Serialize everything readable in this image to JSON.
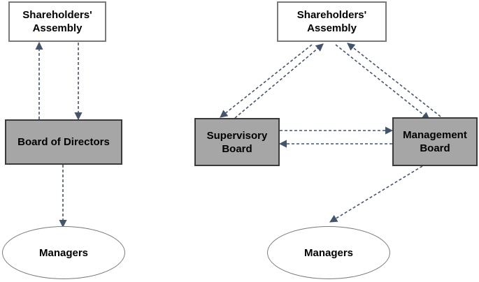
{
  "left_structure": {
    "shareholders": "Shareholders'\nAssembly",
    "board": "Board of Directors",
    "managers": "Managers"
  },
  "right_structure": {
    "shareholders": "Shareholders'\nAssembly",
    "supervisory_board": "Supervisory\nBoard",
    "management_board": "Management\nBoard",
    "managers": "Managers"
  },
  "colors": {
    "arrow": "#44546a",
    "grey_box_fill": "#a6a6a6",
    "white_box_border": "#7a7a7a"
  }
}
